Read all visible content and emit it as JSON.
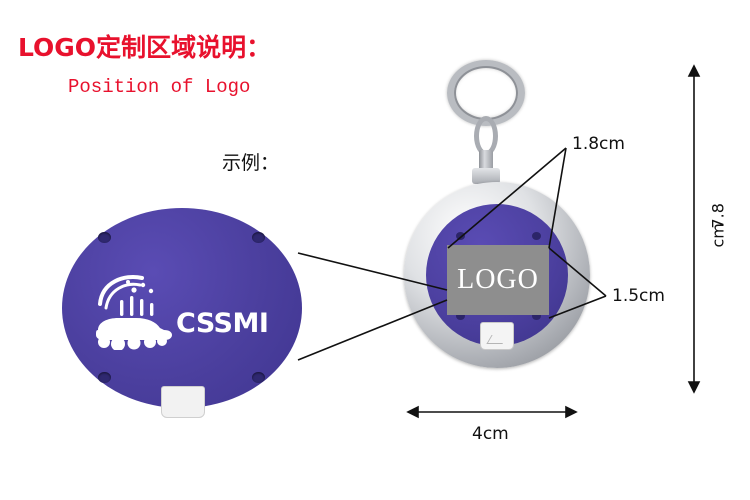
{
  "headings": {
    "title_cn": "LOGO定制区域说明：",
    "title_en": "Position of Logo",
    "example_label": "示例："
  },
  "left_sample": {
    "brand_name": "CSSMI",
    "brand_icon": "car-wash-icon",
    "dots": [
      "screw-dot-top-left",
      "screw-dot-top-right",
      "screw-dot-bottom-left",
      "screw-dot-bottom-right"
    ]
  },
  "product": {
    "logo_area_text": "LOGO",
    "ring_icon": "key-ring-icon",
    "switch_label": ""
  },
  "dimensions": {
    "logo_width": "1.8cm",
    "logo_height": "1.5cm",
    "body_width": "4cm",
    "total_height_digits": "7.8",
    "total_height_unit": "cm"
  },
  "colors": {
    "title_red": "#e8112d",
    "body_purple": "#4b3f9e",
    "logo_gray": "#8e8e8e",
    "metal_silver": "#b9bcc1"
  }
}
